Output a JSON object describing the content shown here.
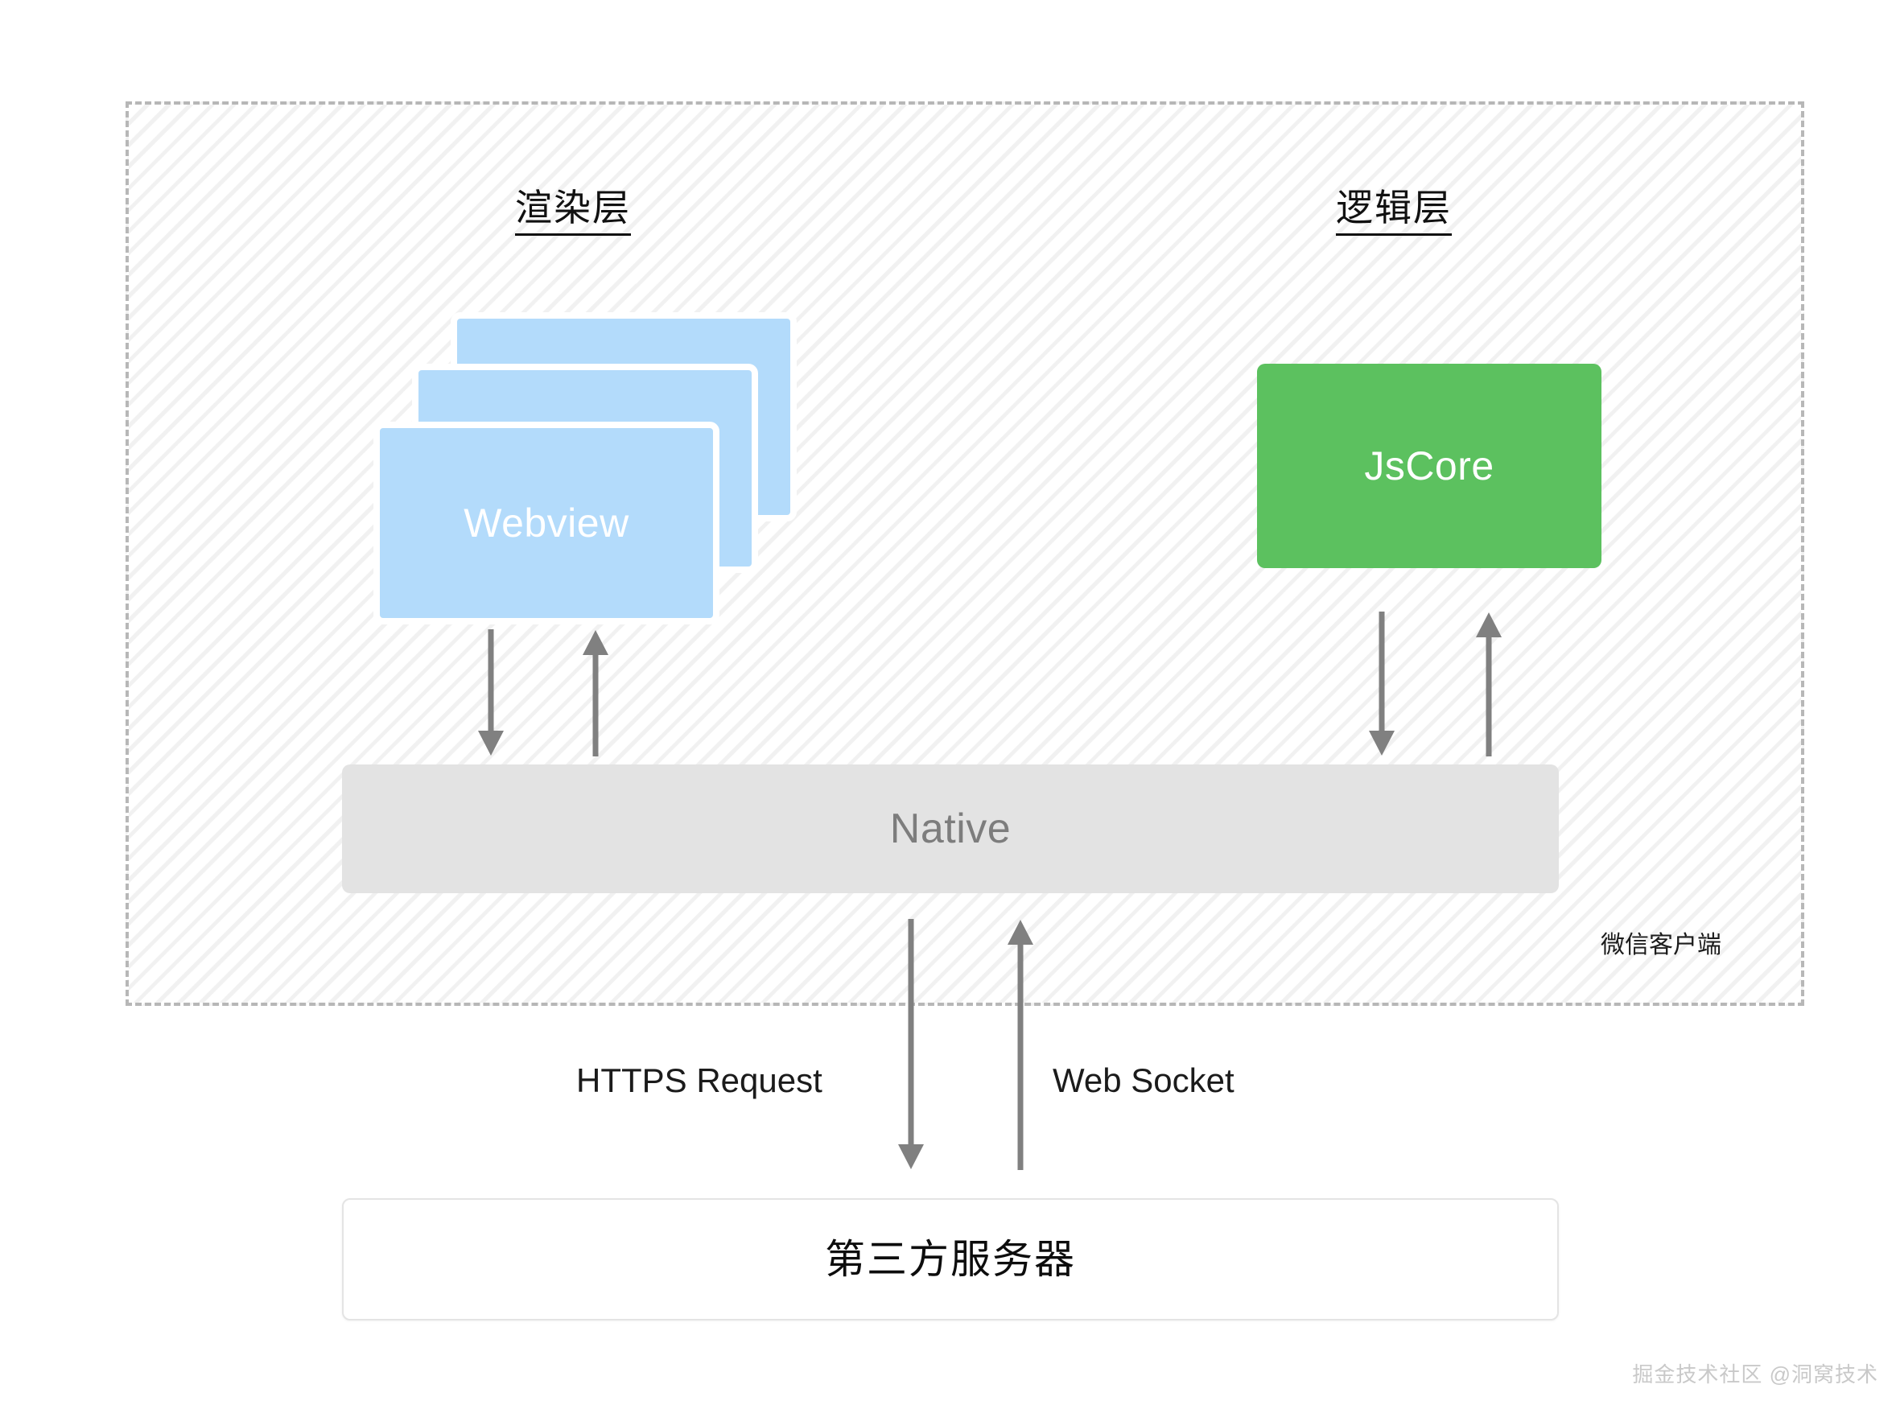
{
  "diagram": {
    "container": {
      "name": "wechat-client",
      "caption": "微信客户端",
      "border_color": "#b7b7b7",
      "hatch": true
    },
    "titles": {
      "render_layer": "渲染层",
      "logic_layer": "逻辑层"
    },
    "nodes": {
      "webview": {
        "label": "Webview",
        "color": "#b3dbfb",
        "text_color": "#ffffff",
        "stack_count": 3
      },
      "jscore": {
        "label": "JsCore",
        "color": "#5cc15f",
        "text_color": "#ffffff"
      },
      "native": {
        "label": "Native",
        "color": "#e3e3e3",
        "text_color": "#7d7d7d"
      },
      "server": {
        "label": "第三方服务器",
        "color": "#ffffff",
        "text_color": "#0d0d0d",
        "border_color": "#e4e4e4"
      }
    },
    "connections": {
      "webview_to_native": "down",
      "native_to_webview": "up",
      "jscore_to_native": "down",
      "native_to_jscore": "up",
      "native_to_server": "down",
      "server_to_native": "up",
      "arrow_color": "#808080"
    },
    "network_labels": {
      "https": "HTTPS Request",
      "websocket": "Web Socket"
    }
  },
  "watermark": {
    "text": "掘金技术社区 @洞窝技术"
  }
}
